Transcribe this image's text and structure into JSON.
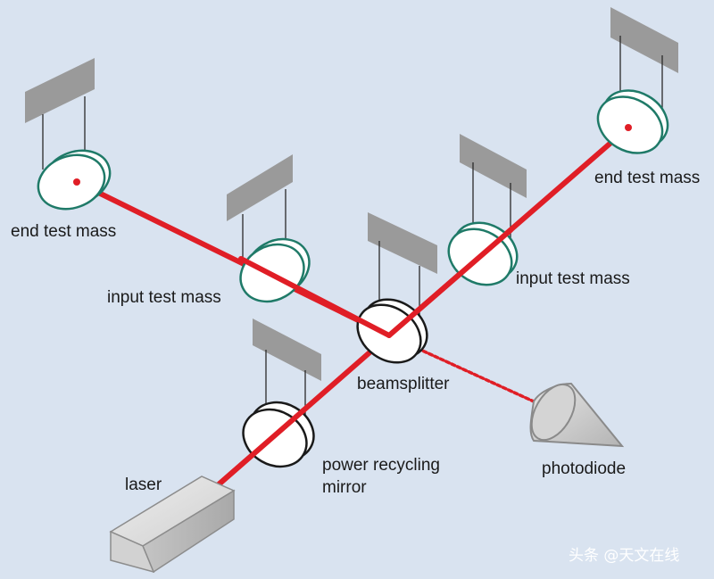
{
  "labels": {
    "end_test_mass_left": "end test mass",
    "end_test_mass_right": "end test mass",
    "input_test_mass_left": "input test mass",
    "input_test_mass_right": "input test mass",
    "beamsplitter": "beamsplitter",
    "photodiode": "photodiode",
    "power_recycling_line1": "power recycling",
    "power_recycling_line2": "mirror",
    "laser": "laser"
  },
  "watermark": "头条 @天文在线",
  "colors": {
    "background": "#d9e3f0",
    "beam": "#e01e26",
    "mirror_rim": "#1f7a68",
    "suspension": "#9a9a9a",
    "label_text": "#1a1a1a"
  }
}
